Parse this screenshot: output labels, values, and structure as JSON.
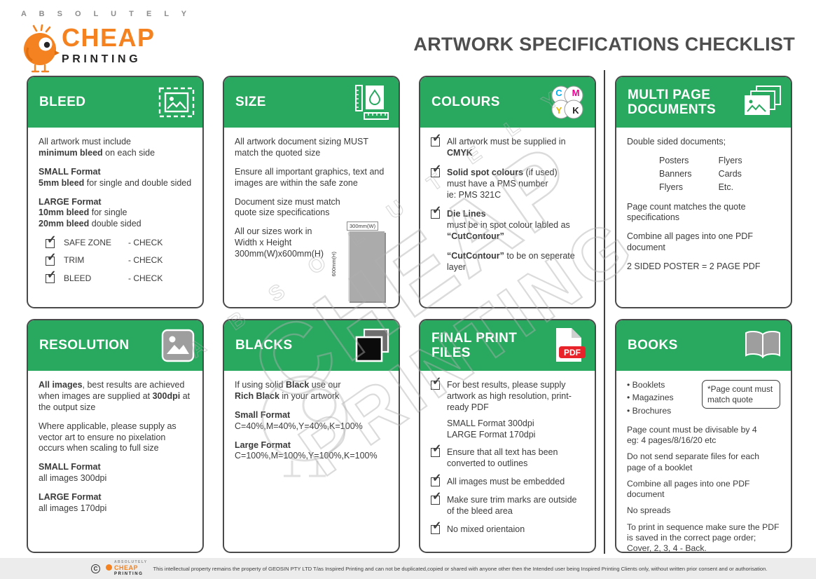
{
  "colors": {
    "green": "#29A860",
    "orange": "#F58220",
    "pdf_red": "#E8232A"
  },
  "header": {
    "logo": {
      "absolutely": "A B S O L U T E L Y",
      "cheap": "CHEAP",
      "printing": "PRINTING"
    },
    "title": "ARTWORK SPECIFICATIONS CHECKLIST"
  },
  "watermark": {
    "letters": "A B S O L U T E L Y",
    "line1": "CHEAP",
    "line2": "PRINTING"
  },
  "cards": {
    "bleed": {
      "title": "BLEED",
      "p1": [
        {
          "t": "All artwork must include\n"
        },
        {
          "t": "minimum bleed",
          "b": true
        },
        {
          "t": " on each side"
        }
      ],
      "p2": [
        {
          "t": "SMALL Format\n",
          "b": true
        },
        {
          "t": "5mm bleed",
          "b": true
        },
        {
          "t": " for single and double sided"
        }
      ],
      "p3": [
        {
          "t": "LARGE  Format\n",
          "b": true
        },
        {
          "t": "10mm bleed",
          "b": true
        },
        {
          "t": " for single\n"
        },
        {
          "t": "20mm bleed",
          "b": true
        },
        {
          "t": " double sided"
        }
      ],
      "checks": [
        {
          "label": "SAFE ZONE",
          "status": "- CHECK"
        },
        {
          "label": "TRIM",
          "status": "- CHECK"
        },
        {
          "label": "BLEED",
          "status": "- CHECK"
        }
      ]
    },
    "size": {
      "title": "SIZE",
      "p1": "All artwork document sizing MUST\nmatch the quoted size",
      "p2": "Ensure all important graphics, text and images are within the safe zone",
      "p3": "Document size must match\nquote size specifications",
      "p4": "All our sizes work in\nWidth x Height\n300mm(W)x600mm(H)",
      "diagram": {
        "width_label": "300mm(W)",
        "height_label": "600mm(H)"
      }
    },
    "colours": {
      "title": "COLOURS",
      "icon_letters": {
        "c": "C",
        "m": "M",
        "y": "Y",
        "k": "K"
      },
      "items": [
        [
          {
            "t": "All artwork must be supplied in\n"
          },
          {
            "t": "CMYK",
            "b": true
          }
        ],
        [
          {
            "t": "Solid spot colours",
            "b": true
          },
          {
            "t": " (if used)\nmust have a PMS number\nie: PMS 321C"
          }
        ],
        [
          {
            "t": "Die Lines",
            "b": true
          },
          {
            "t": "\nmust be in spot colour labled as\n"
          },
          {
            "t": "“CutContour”",
            "b": true
          }
        ]
      ],
      "p4": [
        {
          "t": "“CutContour”",
          "b": true
        },
        {
          "t": " to be on seperate layer"
        }
      ]
    },
    "multipage": {
      "title": "MULTI PAGE\nDOCUMENTS",
      "p1": "Double sided documents;",
      "col1": [
        "Posters",
        "Banners",
        "Flyers"
      ],
      "col2": [
        "Flyers",
        "Cards",
        "Etc."
      ],
      "p2": "Page count matches the quote specifications",
      "p3": "Combine all pages into one PDF document",
      "p4": "2 SIDED POSTER = 2 PAGE PDF"
    },
    "resolution": {
      "title": "RESOLUTION",
      "p1": [
        {
          "t": "All images",
          "b": true
        },
        {
          "t": ", best results are achieved when images are supplied at "
        },
        {
          "t": "300dpi",
          "b": true
        },
        {
          "t": " at the output size"
        }
      ],
      "p2": "Where applicable, please supply as vector art to ensure no pixelation occurs when scaling to full size",
      "p3": [
        {
          "t": "SMALL Format",
          "b": true
        },
        {
          "t": "\nall images 300dpi"
        }
      ],
      "p4": [
        {
          "t": "LARGE  Format",
          "b": true
        },
        {
          "t": "\nall images 170dpi"
        }
      ]
    },
    "blacks": {
      "title": "BLACKS",
      "p1": [
        {
          "t": "If using solid "
        },
        {
          "t": "Black",
          "b": true
        },
        {
          "t": " use our\n"
        },
        {
          "t": "Rich Black",
          "b": true
        },
        {
          "t": " in your artwork"
        }
      ],
      "p2": [
        {
          "t": "Small Format",
          "b": true
        },
        {
          "t": "\nC=40%,M=40%,Y=40%,K=100%"
        }
      ],
      "p3": [
        {
          "t": "Large Format",
          "b": true
        },
        {
          "t": "\nC=100%,M=100%,Y=100%,K=100%"
        }
      ]
    },
    "finalprint": {
      "title": "FINAL PRINT\nFILES",
      "pdf_label": "PDF",
      "item1": "For best results, please supply artwork as high resolution, print-ready PDF",
      "sub": "SMALL Format 300dpi\nLARGE  Format 170dpi",
      "item2": "Ensure that all text has been converted to outlines",
      "item3": "All images must be embedded",
      "item4": "Make sure trim marks are outside of the bleed area",
      "item5": "No mixed orientaion"
    },
    "books": {
      "title": "BOOKS",
      "bullets": [
        "Booklets",
        "Magazines",
        "Brochures"
      ],
      "callout": "*Page count must match quote",
      "p1": "Page count must be divisable by 4\neg: 4 pages/8/16/20 etc",
      "p2": "Do not send separate files for each page of a booklet",
      "p3": "Combine all pages into one PDF document",
      "p4": "No spreads",
      "p5": "To print in sequence make sure the PDF is saved in the correct page order; Cover, 2, 3, 4 - Back."
    }
  },
  "footer": {
    "copyright": "C",
    "logo_small": {
      "absolutely": "ABSOLUTELY",
      "cheap": "CHEAP",
      "printing": "PRINTING"
    },
    "text": "This intellectual property remains the property of GEOSIN PTY LTD T/as Inspired Printing and can not be duplicated,copied or shared with anyone other then the Intended user being Inspired Printing Clients only, without written prior consent and or authorisation."
  }
}
